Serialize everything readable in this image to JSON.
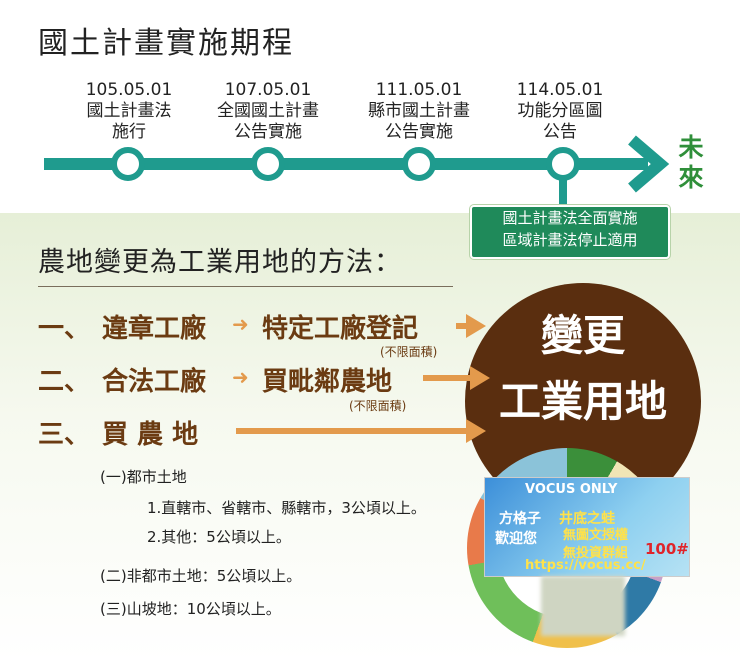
{
  "title": "國土計畫實施期程",
  "timeline": {
    "milestones": [
      {
        "date": "105.05.01",
        "line1": "國土計畫法",
        "line2": "施行"
      },
      {
        "date": "107.05.01",
        "line1": "全國國土計畫",
        "line2": "公告實施"
      },
      {
        "date": "111.05.01",
        "line1": "縣市國土計畫",
        "line2": "公告實施"
      },
      {
        "date": "114.05.01",
        "line1": "功能分區圖",
        "line2": "公告"
      }
    ],
    "future_1": "未",
    "future_2": "來",
    "notice_1": "國土計畫法全面實施",
    "notice_2": "區域計畫法停止適用"
  },
  "heading": "農地變更為工業用地的方法：",
  "methods": [
    {
      "num": "一、",
      "from": "違章工廠",
      "to": "特定工廠登記",
      "note": "(不限面積)"
    },
    {
      "num": "二、",
      "from": "合法工廠",
      "to": "買毗鄰農地",
      "note": "(不限面積)"
    },
    {
      "num": "三、",
      "from": "買 農 地",
      "to": "",
      "note": ""
    }
  ],
  "result_1": "變更",
  "result_2": "工業用地",
  "details": {
    "urban": "(一)都市土地",
    "urban_1": "1.直轄市、省轄市、縣轄市，3公頃以上。",
    "urban_2": "2.其他：5公頃以上。",
    "non_urban": "(二)非都市土地：5公頃以上。",
    "slope": "(三)山坡地：10公頃以上。"
  },
  "watermark": {
    "line1": "VOCUS ONLY",
    "line2": "方格子",
    "line3": "井底之蛙",
    "line4": "歡迎您",
    "line5": "無圖文授權",
    "line6": "無投資群組",
    "line7": "100#",
    "line8": "https://vocus.cc/"
  },
  "colors": {
    "timeline": "#1f9b8e",
    "future": "#2f8f3a",
    "brown": "#6b3b12",
    "arrow": "#e39a4c",
    "circle": "#5a2e0f",
    "notice": "#1f8a5a"
  }
}
